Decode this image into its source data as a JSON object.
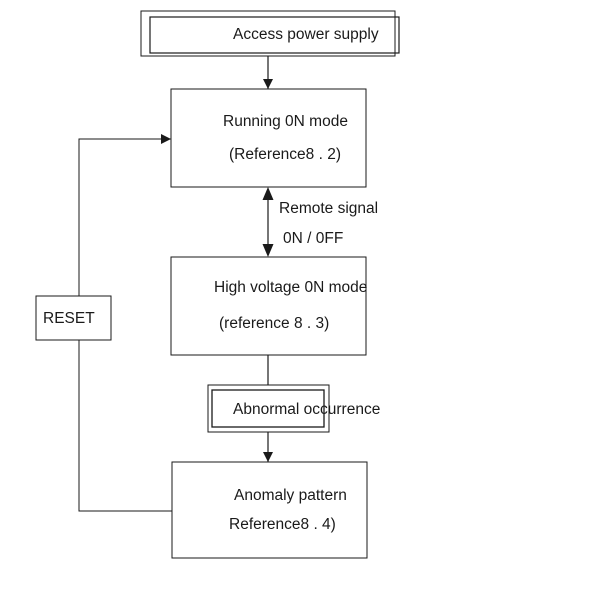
{
  "diagram": {
    "nodes": {
      "power": {
        "label": "Access power supply"
      },
      "running": {
        "line1": "Running 0N mode",
        "line2": "(Reference8 . 2)"
      },
      "high_voltage": {
        "line1": "High voltage 0N mode",
        "line2": "(reference 8 . 3)"
      },
      "abnormal": {
        "label": "Abnormal occurrence"
      },
      "anomaly": {
        "line1": "Anomaly pattern",
        "line2": "Reference8 . 4)"
      },
      "reset": {
        "label": "RESET"
      }
    },
    "edges": {
      "remote_signal": {
        "line1": "Remote signal",
        "line2": "0N / 0FF"
      }
    }
  }
}
